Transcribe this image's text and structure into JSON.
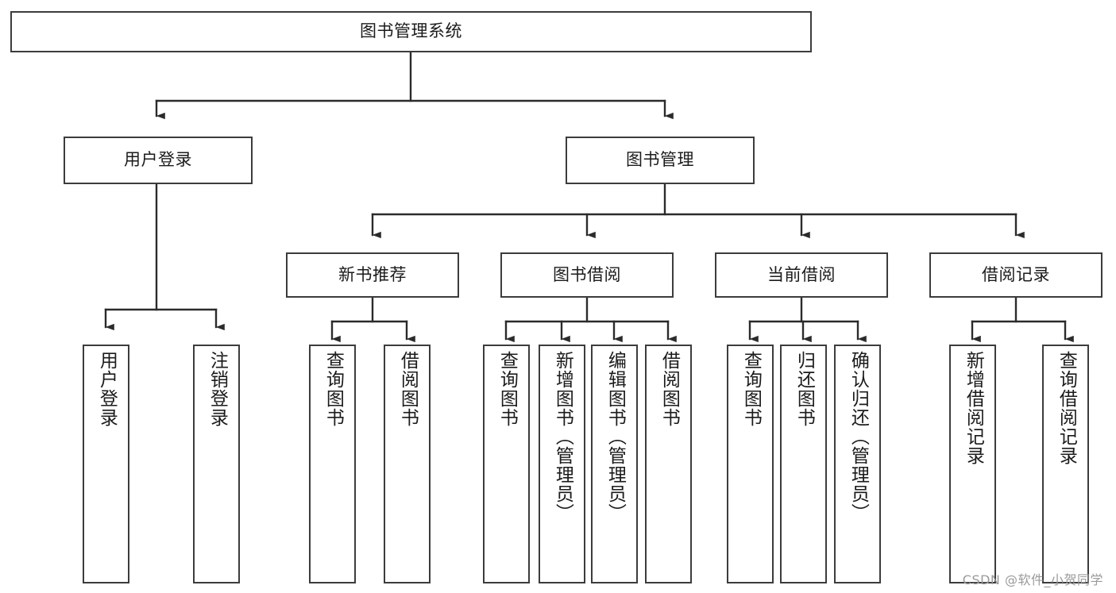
{
  "diagram": {
    "type": "tree",
    "title": "图书管理系统",
    "watermark": "CSDN @软件_小贺同学",
    "colors": {
      "box_border": "#3c3c3c",
      "box_fill": "#ffffff",
      "edge": "#2b2b2b",
      "text": "#1b1b1b",
      "watermark": "#9a9a9a"
    },
    "nodes": {
      "root": {
        "label": "图书管理系统",
        "orientation": "horizontal"
      },
      "level2": [
        {
          "id": "user-login",
          "label": "用户登录",
          "orientation": "horizontal"
        },
        {
          "id": "book-manage",
          "label": "图书管理",
          "orientation": "horizontal"
        }
      ],
      "level3": [
        {
          "id": "new-book-recommend",
          "label": "新书推荐",
          "orientation": "horizontal"
        },
        {
          "id": "book-borrow",
          "label": "图书借阅",
          "orientation": "horizontal"
        },
        {
          "id": "current-borrow",
          "label": "当前借阅",
          "orientation": "horizontal"
        },
        {
          "id": "borrow-record",
          "label": "借阅记录",
          "orientation": "horizontal"
        }
      ],
      "leaves": [
        {
          "id": "leaf-user-login",
          "label": "用户登录",
          "parent": "user-login",
          "orientation": "vertical"
        },
        {
          "id": "leaf-user-logout",
          "label": "注销登录",
          "parent": "user-login",
          "orientation": "vertical"
        },
        {
          "id": "leaf-query-book-1",
          "label": "查询图书",
          "parent": "new-book-recommend",
          "orientation": "vertical"
        },
        {
          "id": "leaf-borrow-book-1",
          "label": "借阅图书",
          "parent": "new-book-recommend",
          "orientation": "vertical"
        },
        {
          "id": "leaf-query-book-2",
          "label": "查询图书",
          "parent": "book-borrow",
          "orientation": "vertical"
        },
        {
          "id": "leaf-add-book",
          "label": "新增图书（管理员）",
          "parent": "book-borrow",
          "orientation": "vertical"
        },
        {
          "id": "leaf-edit-book",
          "label": "编辑图书（管理员）",
          "parent": "book-borrow",
          "orientation": "vertical"
        },
        {
          "id": "leaf-borrow-book-2",
          "label": "借阅图书",
          "parent": "book-borrow",
          "orientation": "vertical"
        },
        {
          "id": "leaf-query-book-3",
          "label": "查询图书",
          "parent": "current-borrow",
          "orientation": "vertical"
        },
        {
          "id": "leaf-return-book",
          "label": "归还图书",
          "parent": "current-borrow",
          "orientation": "vertical"
        },
        {
          "id": "leaf-confirm-return",
          "label": "确认归还（管理员）",
          "parent": "current-borrow",
          "orientation": "vertical"
        },
        {
          "id": "leaf-add-record",
          "label": "新增借阅记录",
          "parent": "borrow-record",
          "orientation": "vertical"
        },
        {
          "id": "leaf-query-record",
          "label": "查询借阅记录",
          "parent": "borrow-record",
          "orientation": "vertical"
        }
      ]
    }
  }
}
